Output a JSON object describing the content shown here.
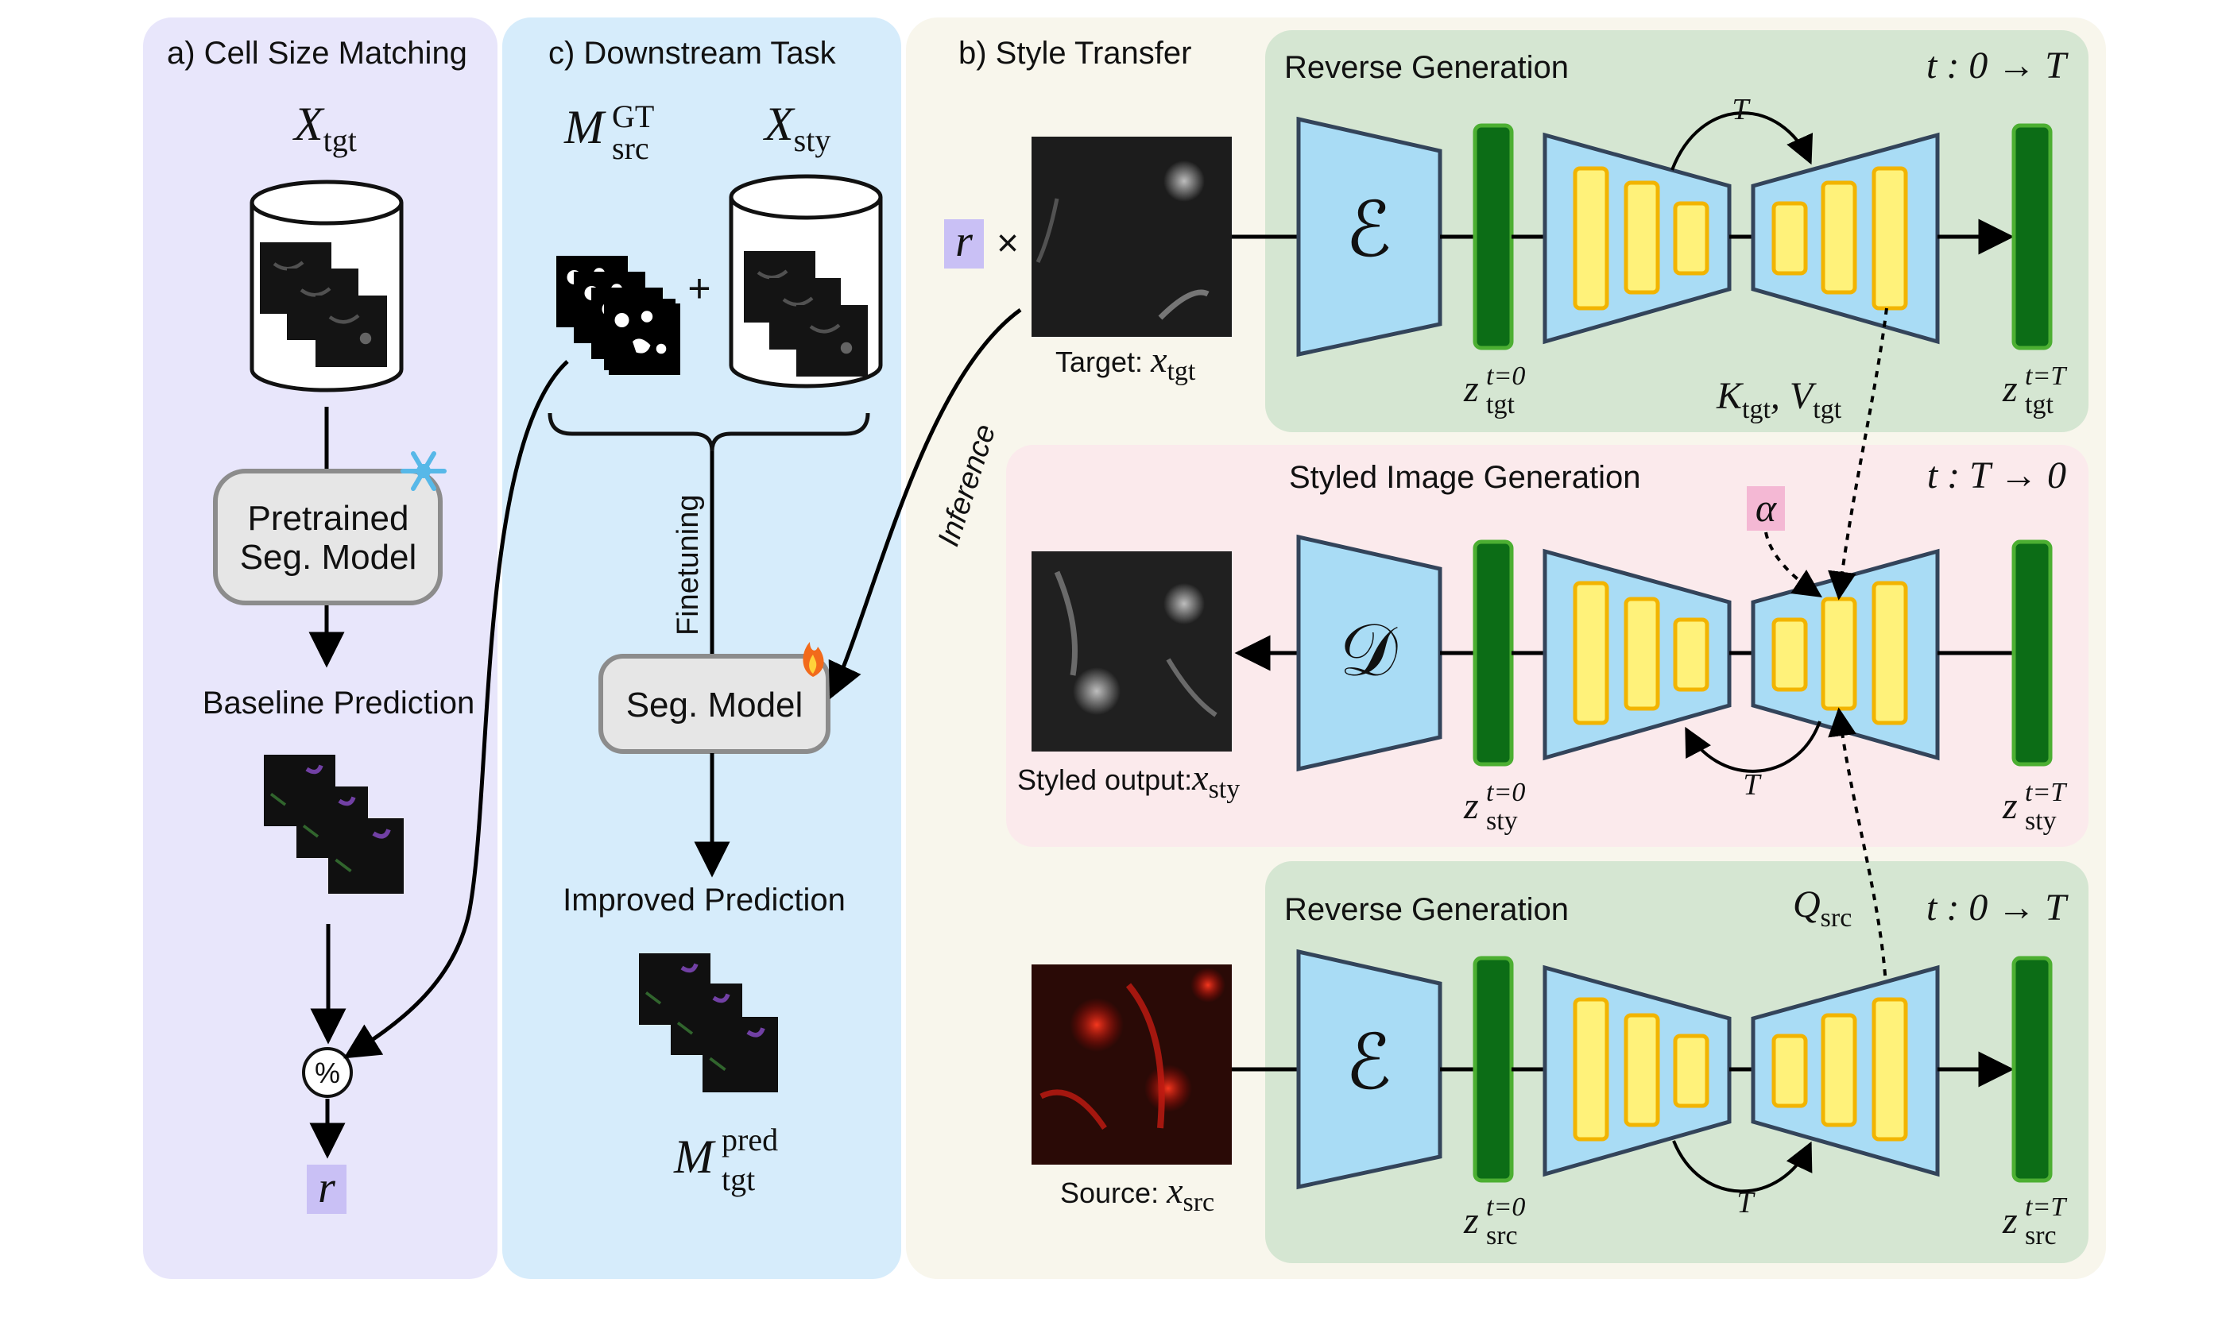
{
  "colors": {
    "panel_a": "#e8e6fb",
    "panel_c": "#d6ecfb",
    "panel_b": "#f8f6ec",
    "reverse_box": "#d5e6d2",
    "styled_box": "#fbeaec",
    "trapezoid_fill": "#a9dcf5",
    "trapezoid_stroke": "#33445a",
    "latent_fill": "#0c6d16",
    "latent_stroke": "#4caf32",
    "block_fill": "#fff27a",
    "block_stroke": "#f2b400",
    "r_highlight": "#c9c0f5",
    "alpha_highlight": "#f4b8d4",
    "seg_box": "#e6e6e6"
  },
  "icons": {
    "snowflake": "snowflake-icon",
    "flame": "flame-icon",
    "percent": "percent-icon",
    "cylinder": "database-cylinder-icon"
  },
  "panel_a": {
    "title": "a) Cell Size Matching",
    "dataset_label": "X",
    "dataset_sub": "tgt",
    "pretrained_line1": "Pretrained",
    "pretrained_line2": "Seg. Model",
    "baseline": "Baseline Prediction",
    "percent": "%",
    "r": "r"
  },
  "panel_c": {
    "title": "c) Downstream Task",
    "m_label": "M",
    "m_sup": "GT",
    "m_sub": "src",
    "plus": "+",
    "x_label": "X",
    "x_sub": "sty",
    "finetuning": "Finetuning",
    "seg_model": "Seg. Model",
    "improved": "Improved Prediction",
    "pred_label": "M",
    "pred_sup": "pred",
    "pred_sub": "tgt"
  },
  "panel_b": {
    "title": "b) Style Transfer",
    "r": "r",
    "times": "×",
    "inference": "Inference",
    "target_caption": "Target: ",
    "target_var": "x",
    "target_sub": "tgt",
    "styled_caption": "Styled output:",
    "styled_var": "x",
    "styled_sub": "sty",
    "source_caption": "Source: ",
    "source_var": "x",
    "source_sub": "src",
    "rev1_title": "Reverse Generation",
    "rev1_time": "t : 0 → T",
    "styled_title": "Styled Image Generation",
    "styled_time": "t : T → 0",
    "rev2_title": "Reverse Generation",
    "rev2_time": "t : 0 → T",
    "encoder": "ℰ",
    "decoder": "𝒟",
    "T": "T",
    "kv": "K",
    "kv_sub1": "tgt",
    "kv_mid": ", V",
    "kv_sub2": "tgt",
    "q": "Q",
    "q_sub": "src",
    "alpha": "α",
    "z": "z",
    "sup_t0": "t=0",
    "sup_tT": "t=T",
    "sub_tgt": "tgt",
    "sub_sty": "sty",
    "sub_src": "src"
  }
}
